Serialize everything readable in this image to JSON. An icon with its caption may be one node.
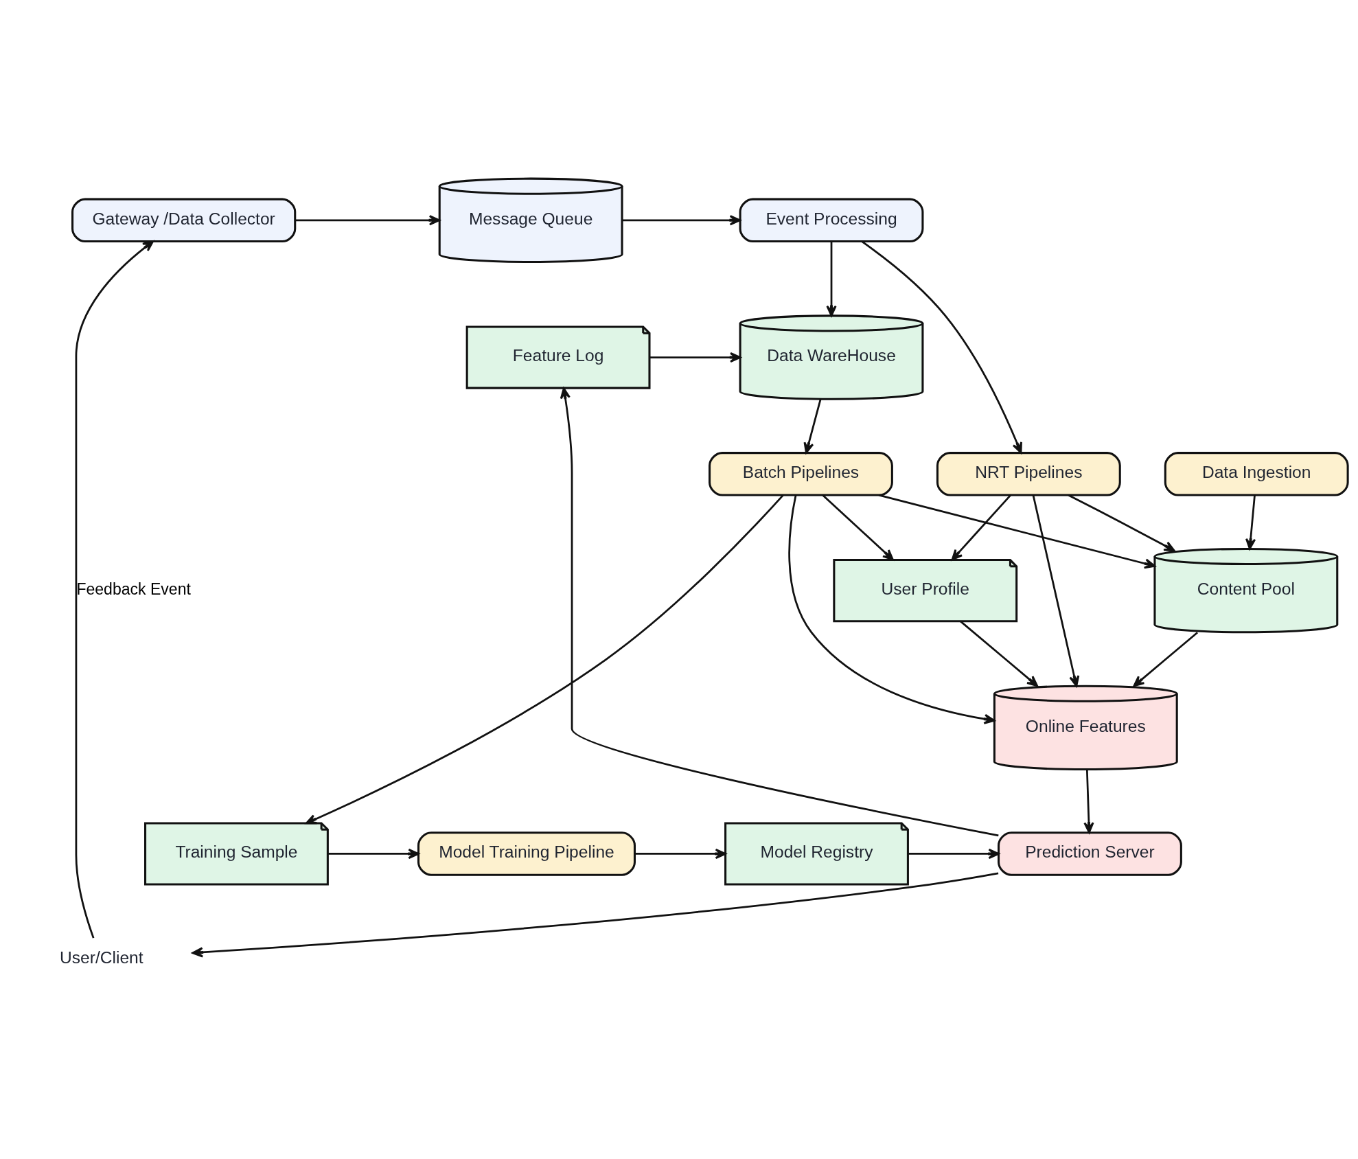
{
  "diagram": {
    "nodes": [
      {
        "text": [
          "Gateway /Data Collector"
        ]
      },
      {
        "text": [
          "Message Queue"
        ]
      },
      {
        "text": [
          "Event Processing"
        ]
      },
      {
        "text": [
          "User/Client"
        ]
      },
      {
        "text": [
          "Data WareHouse"
        ]
      },
      {
        "text": [
          "Feature Log"
        ]
      },
      {
        "text": [
          "Prediction Server"
        ]
      },
      {
        "text": [
          "Model Registry"
        ]
      },
      {
        "text": [
          "Model Training Pipeline"
        ]
      },
      {
        "text": [
          "Training Sample"
        ]
      },
      {
        "text": [
          "Online Features"
        ]
      },
      {
        "text": [
          "NRT Pipelines"
        ]
      },
      {
        "text": [
          "Batch Pipelines"
        ]
      },
      {
        "text": [
          "User Profile"
        ]
      },
      {
        "text": [
          "Content Pool"
        ]
      },
      {
        "text": [
          "Data Ingestion"
        ]
      }
    ],
    "edges": [
      {
        "from": 3,
        "to": 0,
        "arrow": "to",
        "label": "Feedback Event"
      },
      {
        "from": 0,
        "to": 1,
        "arrow": "to"
      },
      {
        "from": 1,
        "to": 2,
        "arrow": "to"
      },
      {
        "from": 2,
        "to": 4,
        "arrow": "to"
      },
      {
        "from": 2,
        "to": 11,
        "arrow": "to"
      },
      {
        "from": 5,
        "to": 4,
        "arrow": "to"
      },
      {
        "from": 6,
        "to": 3,
        "arrow": "to"
      },
      {
        "from": 6,
        "to": 5,
        "arrow": "to"
      },
      {
        "from": 7,
        "to": 6,
        "arrow": "to"
      },
      {
        "from": 8,
        "to": 7,
        "arrow": "to"
      },
      {
        "from": 9,
        "to": 8,
        "arrow": "to"
      },
      {
        "from": 10,
        "to": 6,
        "arrow": "to"
      },
      {
        "from": 11,
        "to": 10,
        "arrow": "to"
      },
      {
        "from": 11,
        "to": 13,
        "arrow": "to"
      },
      {
        "from": 11,
        "to": 14,
        "arrow": "to"
      },
      {
        "from": 12,
        "to": 10,
        "arrow": "to"
      },
      {
        "from": 12,
        "to": 13,
        "arrow": "to"
      },
      {
        "from": 12,
        "to": 9,
        "arrow": "to"
      },
      {
        "from": 4,
        "to": 12,
        "arrow": "to"
      },
      {
        "from": 12,
        "to": 14,
        "arrow": "to"
      },
      {
        "from": 13,
        "to": 10,
        "arrow": "to"
      },
      {
        "from": 14,
        "to": 10,
        "arrow": "to"
      },
      {
        "from": 15,
        "to": 14,
        "arrow": "to"
      }
    ]
  }
}
